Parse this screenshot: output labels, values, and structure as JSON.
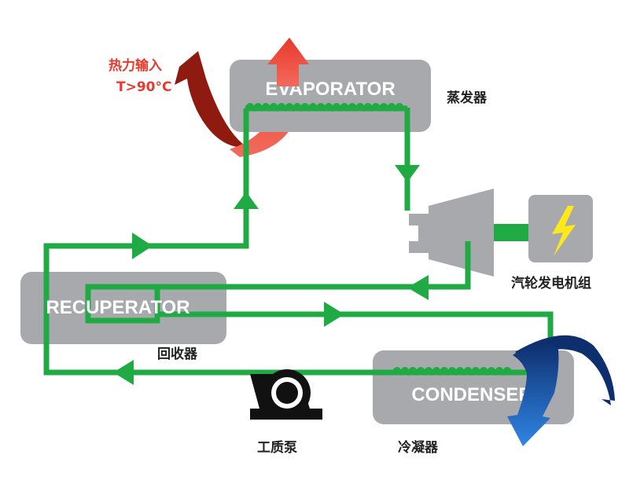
{
  "heat_input": {
    "label": "热力输入",
    "temp": "T>90°C"
  },
  "evaporator": {
    "name": "EVAPORATOR",
    "cn": "蒸发器"
  },
  "turbine": {
    "cn": "汽轮发电机组"
  },
  "recuperator": {
    "name": "RECUPERATOR",
    "cn": "回收器"
  },
  "condenser": {
    "name": "CONDENSER",
    "cn": "冷凝器"
  },
  "pump": {
    "cn": "工质泵"
  },
  "colors": {
    "pipe": "#1faa44",
    "box": "#a7a9ac",
    "heat_in": "#e8392c",
    "heat_in_dark": "#8e1a10",
    "cooling_dark": "#0e2f6e",
    "cooling": "#1f6fd0",
    "bolt": "#ffe81a"
  }
}
